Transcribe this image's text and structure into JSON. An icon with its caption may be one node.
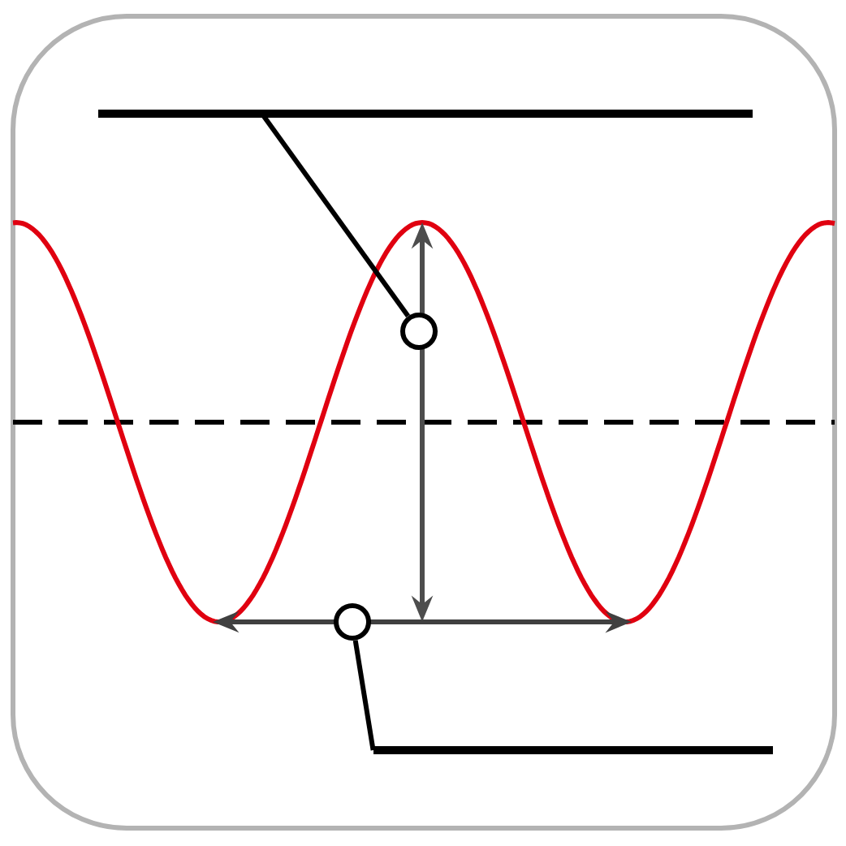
{
  "diagram": {
    "nodes": [
      {
        "text": [],
        "shape": "bar"
      },
      {
        "text": [],
        "shape": "circle"
      },
      {
        "text": [],
        "shape": "circle"
      },
      {
        "text": [],
        "shape": "bar"
      }
    ],
    "edges": [
      {
        "from": 1,
        "to": 0,
        "arrow": "none"
      },
      {
        "from": 2,
        "to": 3,
        "arrow": "none"
      }
    ]
  }
}
